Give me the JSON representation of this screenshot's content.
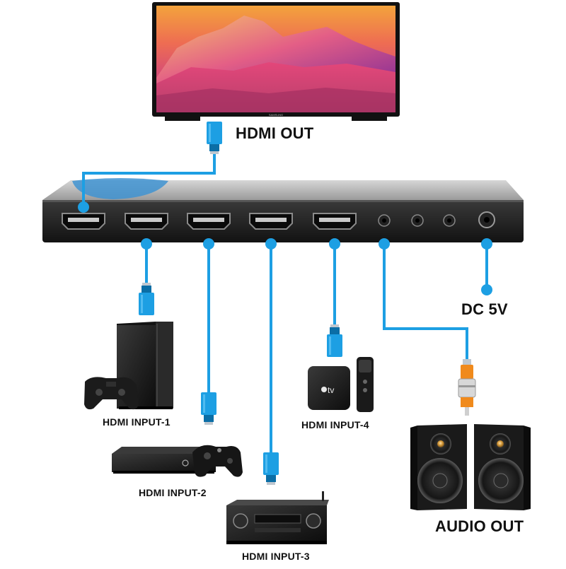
{
  "labels": {
    "hdmi_out": "HDMI OUT",
    "dc_5v": "DC 5V",
    "audio_out": "AUDIO OUT",
    "input_1": "HDMI INPUT-1",
    "input_2": "HDMI INPUT-2",
    "input_3": "HDMI INPUT-3",
    "input_4": "HDMI INPUT-4"
  },
  "tv_brand": "SAMSUNG",
  "appletv_text": "tv",
  "colors": {
    "cable": "#1d9fe3",
    "cable_dark": "#0b6ea6",
    "device_body": "#1e1e1e",
    "rca_orange": "#f08a1c",
    "label_text": "#111111"
  },
  "icons": [
    "tv-icon",
    "switch-box-icon",
    "hdmi-port-icon",
    "audio-jack-icon",
    "dc-power-jack-icon",
    "hdmi-plug-icon",
    "rca-plug-icon",
    "game-console-icon",
    "gamepad-icon",
    "xbox-console-icon",
    "av-receiver-icon",
    "apple-tv-icon",
    "remote-icon",
    "speaker-icon"
  ]
}
